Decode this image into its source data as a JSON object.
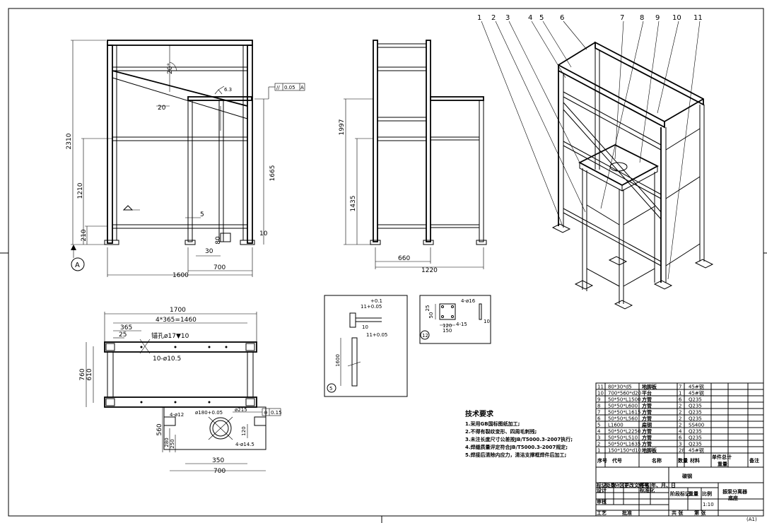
{
  "front_view": {
    "dims": {
      "total_height": "2310",
      "lower_height": "1210",
      "base_height": "210",
      "platform_height": "1665",
      "angle": "20°",
      "offset": "20",
      "leg_gap": "5",
      "foot_30": "30",
      "foot_80": "80",
      "foot_10": "10",
      "width_700": "700",
      "width_1600": "1600",
      "roughness": "6.3",
      "tolerance_symbol": "//",
      "tolerance_value": "0.05",
      "tolerance_datum": "A"
    },
    "datum_label": "A"
  },
  "side_view": {
    "dims": {
      "height_1997": "1997",
      "height_1435": "1435",
      "width_660": "660",
      "width_1220": "1220"
    }
  },
  "top_view": {
    "dims": {
      "length_1700": "1700",
      "spacing": "4*365=1460",
      "pitch_365": "365",
      "offset_25": "25",
      "hole_note": "锚孔ø17▼10",
      "small_hole": "10-ø10.5",
      "depth_760": "760",
      "depth_610": "610",
      "depth_560": "560",
      "small_280": "280",
      "small_250": "250",
      "width_350": "350",
      "width_700": "700",
      "holes_4_12": "4-ø12",
      "bore": "ø180+0.05",
      "bore_tol_upper": "+0.05",
      "bore_tol_lower": "+0",
      "outer_dia": "ø215",
      "holes_4_14": "4-ø14.5",
      "dim_120": "120",
      "position_symbol": "⊕",
      "position_tol": "0.15"
    }
  },
  "detail_5": {
    "label": "5",
    "dim_top": "11+0.05",
    "tol_upper": "+0.1",
    "dim_10": "10",
    "dim_bottom": "11+0.05",
    "length": "1600"
  },
  "detail_12": {
    "label": "12",
    "holes": "4-ø16",
    "dim_4_15": "4-15",
    "dim_120": "120",
    "dim_150": "150",
    "dim_10": "10",
    "dim_25": "25",
    "dim_50": "50"
  },
  "iso_view": {
    "balloons": [
      "1",
      "2",
      "3",
      "4",
      "5",
      "6",
      "7",
      "8",
      "9",
      "10",
      "11"
    ]
  },
  "tech_requirements": {
    "title": "技术要求",
    "items": [
      "1.采用GB国标图纸加工;",
      "2.不得有裂纹变形、四周毛刺残;",
      "3.未注长度尺寸公差按JB/T5000.3-2007执行;",
      "4.焊缝质量评定符合JB/T5000.3-2007规定;",
      "5.焊接后清除内应力，清洁支撑框焊件后加工;"
    ]
  },
  "bom": {
    "rows": [
      {
        "no": "11",
        "spec": "80*30*d5",
        "name": "地脚板",
        "qty": "7",
        "mat": "45#钢"
      },
      {
        "no": "10",
        "spec": "700*560*d20",
        "name": "平台",
        "qty": "1",
        "mat": "45#钢"
      },
      {
        "no": "9",
        "spec": "50*50*L1500",
        "name": "方管",
        "qty": "6",
        "mat": "Q235"
      },
      {
        "no": "8",
        "spec": "50*50*L600",
        "name": "方管",
        "qty": "2",
        "mat": "Q235"
      },
      {
        "no": "7",
        "spec": "50*50*L1615",
        "name": "方管",
        "qty": "2",
        "mat": "Q235"
      },
      {
        "no": "6",
        "spec": "50*50*L560",
        "name": "方管",
        "qty": "2",
        "mat": "Q235"
      },
      {
        "no": "5",
        "spec": "L1600",
        "name": "扁钢",
        "qty": "2",
        "mat": "SS400"
      },
      {
        "no": "4",
        "spec": "50*50*L2250",
        "name": "方管",
        "qty": "4",
        "mat": "Q235"
      },
      {
        "no": "3",
        "spec": "50*50*L510",
        "name": "方管",
        "qty": "6",
        "mat": "Q235"
      },
      {
        "no": "2",
        "spec": "50*50*L1635",
        "name": "方管",
        "qty": "3",
        "mat": "Q235"
      },
      {
        "no": "1",
        "spec": "150*150*d10",
        "name": "地脚板",
        "qty": "28",
        "mat": "45#钢"
      }
    ],
    "header": {
      "no": "序号",
      "code": "代号",
      "name": "名称",
      "qty": "数量",
      "mat": "材料",
      "unit_weight": "单件总计",
      "total_weight": "重量",
      "note": "备注"
    }
  },
  "title_block": {
    "material": "碳钢",
    "drawing_title": "振泵分离器",
    "drawing_subtitle": "底座",
    "scale_label": "比例",
    "scale": "1:10",
    "stage_label": "阶段标记",
    "weight_label": "重量",
    "sheets_label": "共 张",
    "sheet_label": "第 张",
    "rows": [
      "标记 处数 分区 更改文件号 签名 年、月、日",
      "设计 (签名) (年月日) 标准化 (签名) (年月日)",
      "审核",
      "工艺 批准"
    ],
    "label_mark": "标记",
    "label_count": "处数",
    "label_zone": "分区",
    "label_change": "更改文件号",
    "label_sign": "签名",
    "label_date": "年、月、日",
    "label_design": "设计",
    "label_standard": "标准化",
    "label_review": "审核",
    "label_process": "工艺",
    "label_approve": "批准"
  },
  "sheet_size": "(A1)"
}
